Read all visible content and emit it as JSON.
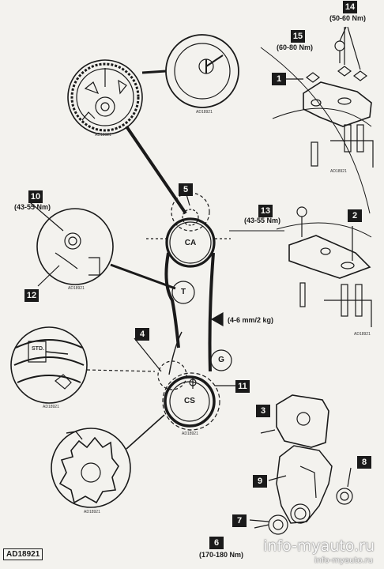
{
  "callouts": [
    {
      "id": "badge-1",
      "number": "1"
    },
    {
      "id": "badge-2",
      "number": "2"
    },
    {
      "id": "badge-3",
      "number": "3"
    },
    {
      "id": "badge-4",
      "number": "4"
    },
    {
      "id": "badge-5",
      "number": "5"
    },
    {
      "id": "badge-6",
      "number": "6"
    },
    {
      "id": "badge-7",
      "number": "7"
    },
    {
      "id": "badge-8",
      "number": "8"
    },
    {
      "id": "badge-9",
      "number": "9"
    },
    {
      "id": "badge-10",
      "number": "10"
    },
    {
      "id": "badge-11",
      "number": "11"
    },
    {
      "id": "badge-12",
      "number": "12"
    },
    {
      "id": "badge-13",
      "number": "13"
    },
    {
      "id": "badge-14",
      "number": "14"
    },
    {
      "id": "badge-15",
      "number": "15"
    }
  ],
  "torque": {
    "t14": "(50-60 Nm)",
    "t15": "(60-80 Nm)",
    "t10": "(43-55 Nm)",
    "t13": "(43-55 Nm)",
    "t6": "(170-180 Nm)",
    "tension": "(4-6 mm/2 kg)"
  },
  "pulleys": {
    "camshaft": "CA",
    "tensioner": "T",
    "guide": "G",
    "crankshaft": "CS"
  },
  "figure_ref": "AD18921",
  "small_refs": {
    "cam_left": "AD18921",
    "cam_right": "AD18921",
    "tensioner": "AD18921",
    "crank_mark": "AD18921",
    "sprocket": "AD18921",
    "belt": "AD18921",
    "bracket_top": "AD18921",
    "bracket_mid": "AD18921"
  },
  "crank_mark_text": "STD.",
  "watermark": {
    "large": "info-myauto.ru",
    "small": "info-myauto.ru"
  }
}
